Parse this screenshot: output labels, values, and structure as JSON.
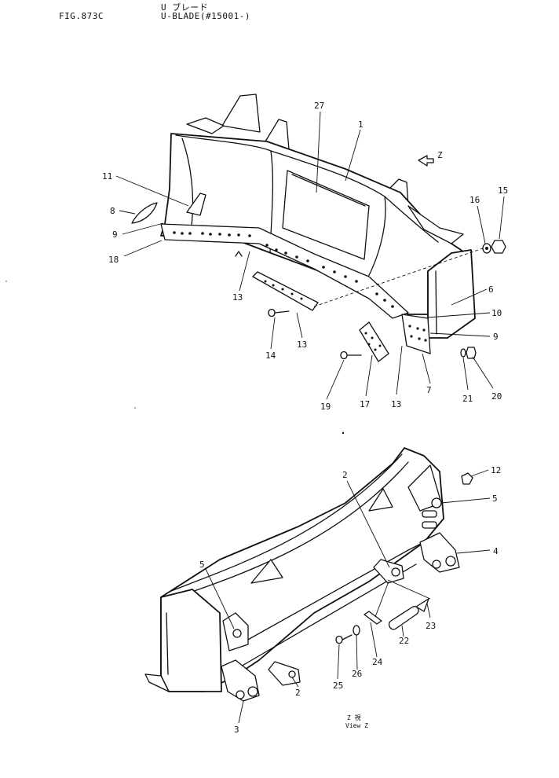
{
  "header": {
    "figure_number": "FIG.873C",
    "title_katakana": "U ブレード",
    "title": "U-BLADE(#15001-)"
  },
  "view_arrow_label": "Z",
  "view_caption": {
    "line1": "Z  視",
    "line2": "View  Z"
  },
  "callouts": {
    "c27": "27",
    "c1": "1",
    "c11": "11",
    "c8": "8",
    "c9a": "9",
    "c18": "18",
    "c13a": "13",
    "c14": "14",
    "c13b": "13",
    "c16": "16",
    "c15": "15",
    "c6": "6",
    "c10": "10",
    "c9b": "9",
    "c19": "19",
    "c17": "17",
    "c13c": "13",
    "c7": "7",
    "c21": "21",
    "c20": "20",
    "c2a": "2",
    "c12": "12",
    "c5a": "5",
    "c4": "4",
    "c5b": "5",
    "c23": "23",
    "c22": "22",
    "c24": "24",
    "c2b": "2",
    "c26": "26",
    "c25": "25",
    "c3": "3"
  }
}
